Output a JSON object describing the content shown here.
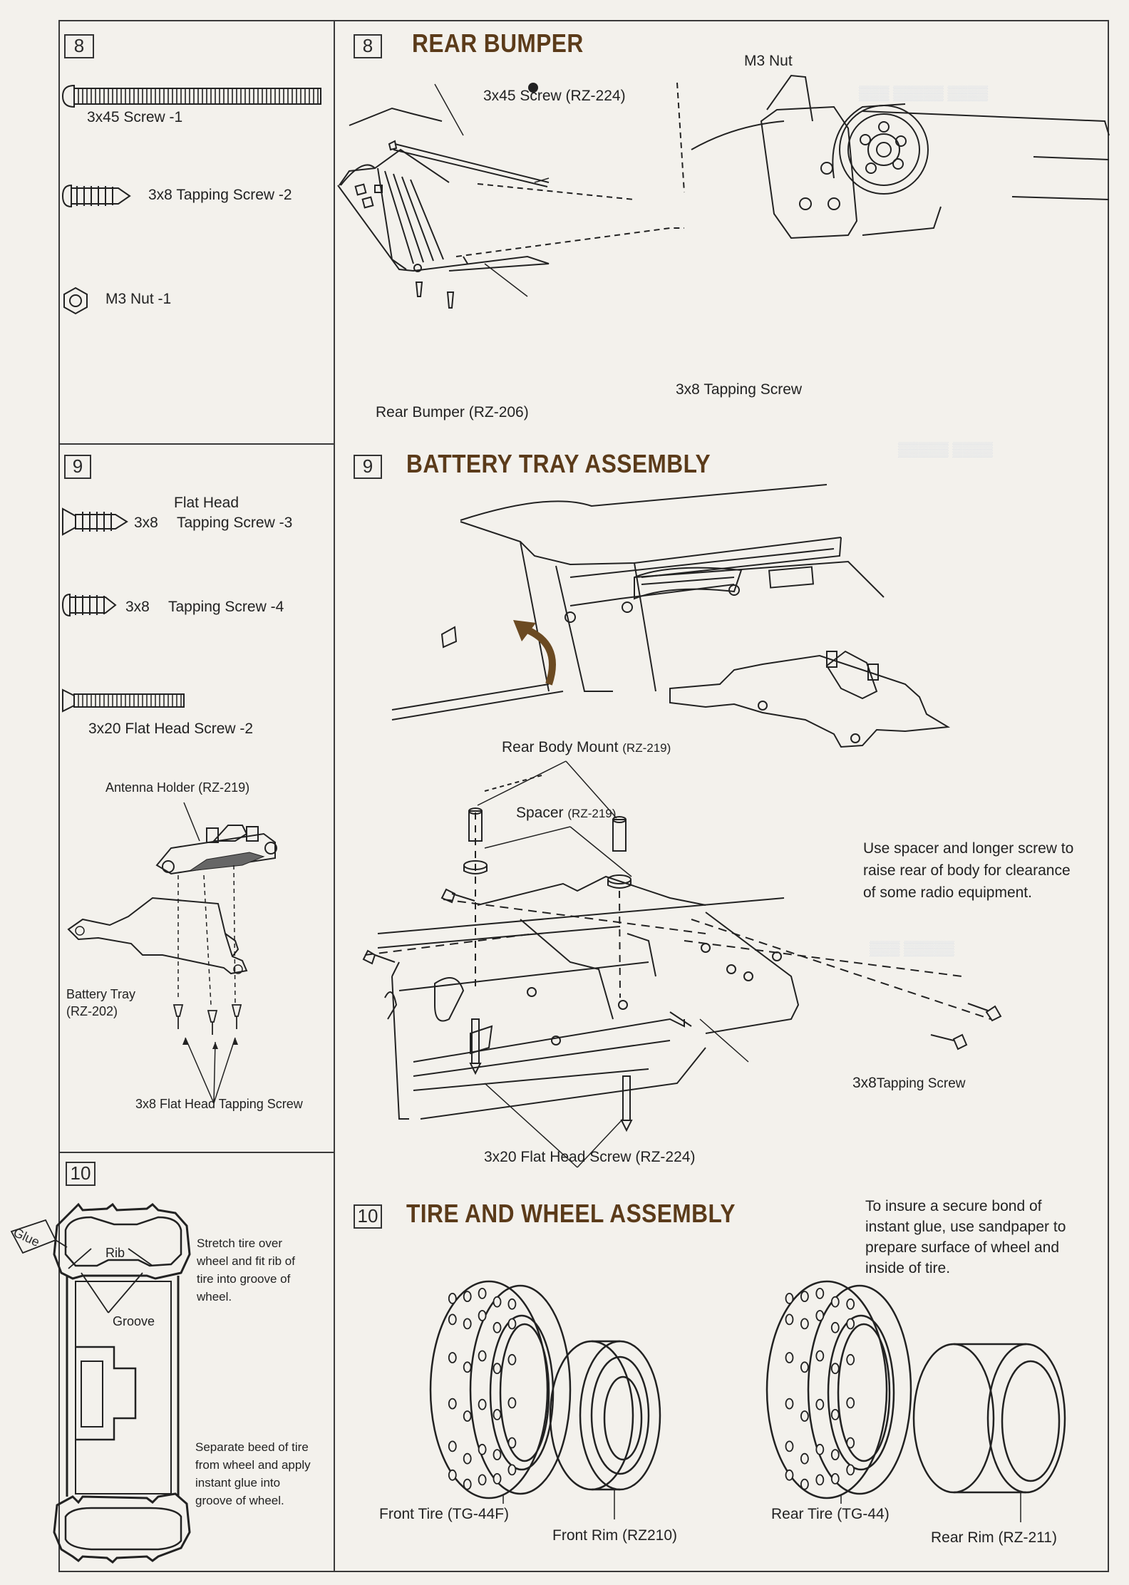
{
  "left_column": {
    "step8": {
      "number": "8",
      "parts": [
        "3x45 Screw -1",
        "3x8 Tapping Screw -2",
        "M3 Nut -1"
      ]
    },
    "step9": {
      "number": "9",
      "parts": [
        "Flat Head",
        "3x8",
        "Tapping Screw -3",
        "3x8",
        "Tapping Screw -4",
        "3x20 Flat Head Screw -2"
      ],
      "antenna_holder": "Antenna Holder (RZ-219)",
      "battery_tray": "Battery Tray",
      "battery_tray_code": "(RZ-202)",
      "flat_head_tapping": "3x8 Flat Head Tapping Screw"
    },
    "step10": {
      "number": "10",
      "glue": "Glue",
      "rib": "Rib",
      "groove": "Groove",
      "note1": [
        "Stretch tire  over",
        "wheel and fit rib of",
        "tire into groove of",
        "wheel."
      ],
      "note2": [
        "Separate beed of tire",
        "from wheel and apply",
        "instant glue into",
        "groove of wheel."
      ]
    }
  },
  "sections": {
    "rear_bumper": {
      "number": "8",
      "title": "REAR BUMPER",
      "m3_nut": "M3 Nut",
      "screw_3x45": "3x45 Screw (RZ-224)",
      "rear_bumper": "Rear Bumper (RZ-206)",
      "tapping_screw": "3x8  Tapping Screw"
    },
    "battery_tray": {
      "number": "9",
      "title": "BATTERY TRAY ASSEMBLY",
      "rear_body_mount": "Rear Body Mount",
      "rear_body_mount_code": "(RZ-219)",
      "spacer": "Spacer",
      "spacer_code": "(RZ-219)",
      "note": [
        "Use spacer and longer screw to",
        "raise rear of body for clearance",
        "of some radio equipment."
      ],
      "tapping_screw": "3x8",
      "tapping_screw_rest": "Tapping Screw",
      "flat_head_screw": "3x20 Flat Head Screw (RZ-224)"
    },
    "tire_wheel": {
      "number": "10",
      "title": "TIRE AND WHEEL ASSEMBLY",
      "note": [
        "To insure a secure bond of",
        "instant glue, use sandpaper to",
        "prepare surface of wheel and",
        "inside of tire."
      ],
      "front_tire": "Front Tire (TG-44F)",
      "front_rim": "Front Rim (RZ210)",
      "rear_tire": "Rear Tire (TG-44)",
      "rear_rim": "Rear Rim (RZ-211)"
    }
  },
  "colors": {
    "title_brown": "#5b3b1a",
    "arrow_brown": "#6b4a22",
    "line": "#2a2a2a",
    "paper": "#f3f1ec"
  }
}
